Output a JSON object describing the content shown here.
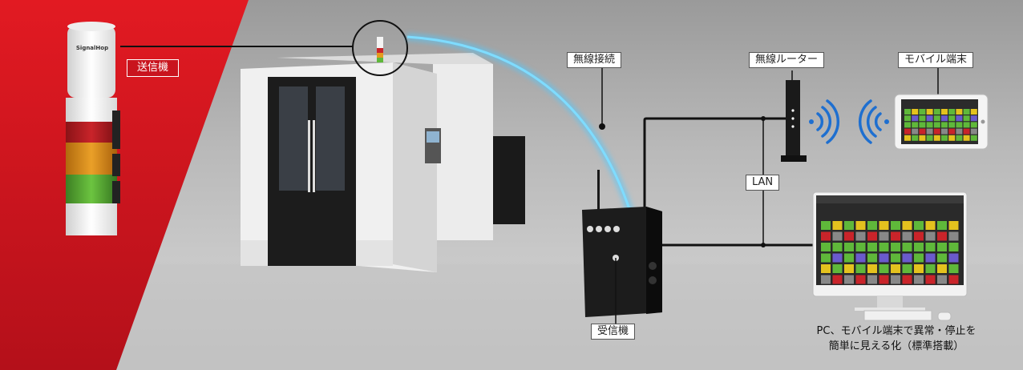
{
  "labels": {
    "transmitter": "送信機",
    "wireless": "無線接続",
    "router": "無線ルーター",
    "mobile": "モバイル端末",
    "lan": "LAN",
    "receiver": "受信機"
  },
  "caption": {
    "line1": "PC、モバイル端末で異常・停止を",
    "line2": "簡単に見える化（標準搭載）"
  },
  "brand": {
    "tower_logo": "SignalHop"
  },
  "colors": {
    "red_panel": "#d0161f",
    "wireless_arc": "#4fc9ff",
    "signal_red": "#c9242a",
    "signal_amber": "#e49a1e",
    "signal_green": "#5fb83a"
  }
}
